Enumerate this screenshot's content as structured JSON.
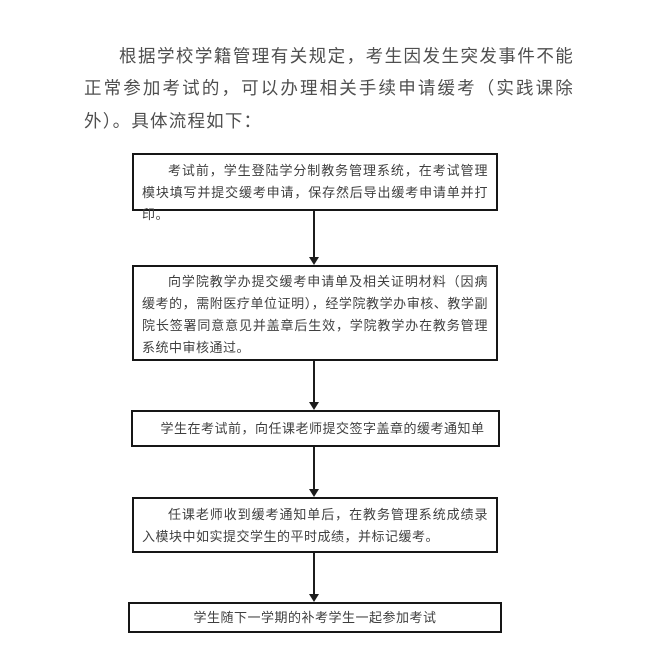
{
  "page": {
    "background_color": "#ffffff",
    "text_color": "#4f4f4f",
    "border_color": "#161616"
  },
  "intro": {
    "text": "根据学校学籍管理有关规定，考生因发生突发事件不能正常参加考试的，可以办理相关手续申请缓考（实践课除外）。具体流程如下："
  },
  "flowchart": {
    "connector_icon": "arrow-down-icon",
    "steps": [
      {
        "text": "考试前，学生登陆学分制教务管理系统，在考试管理模块填写并提交缓考申请，保存然后导出缓考申请单并打印。"
      },
      {
        "text": "向学院教学办提交缓考申请单及相关证明材料（因病缓考的，需附医疗单位证明），经学院教学办审核、教学副院长签署同意意见并盖章后生效，学院教学办在教务管理系统中审核通过。"
      },
      {
        "text": "学生在考试前，向任课老师提交签字盖章的缓考通知单"
      },
      {
        "text": "任课老师收到缓考通知单后，在教务管理系统成绩录入模块中如实提交学生的平时成绩，并标记缓考。"
      },
      {
        "text": "学生随下一学期的补考学生一起参加考试"
      }
    ]
  }
}
